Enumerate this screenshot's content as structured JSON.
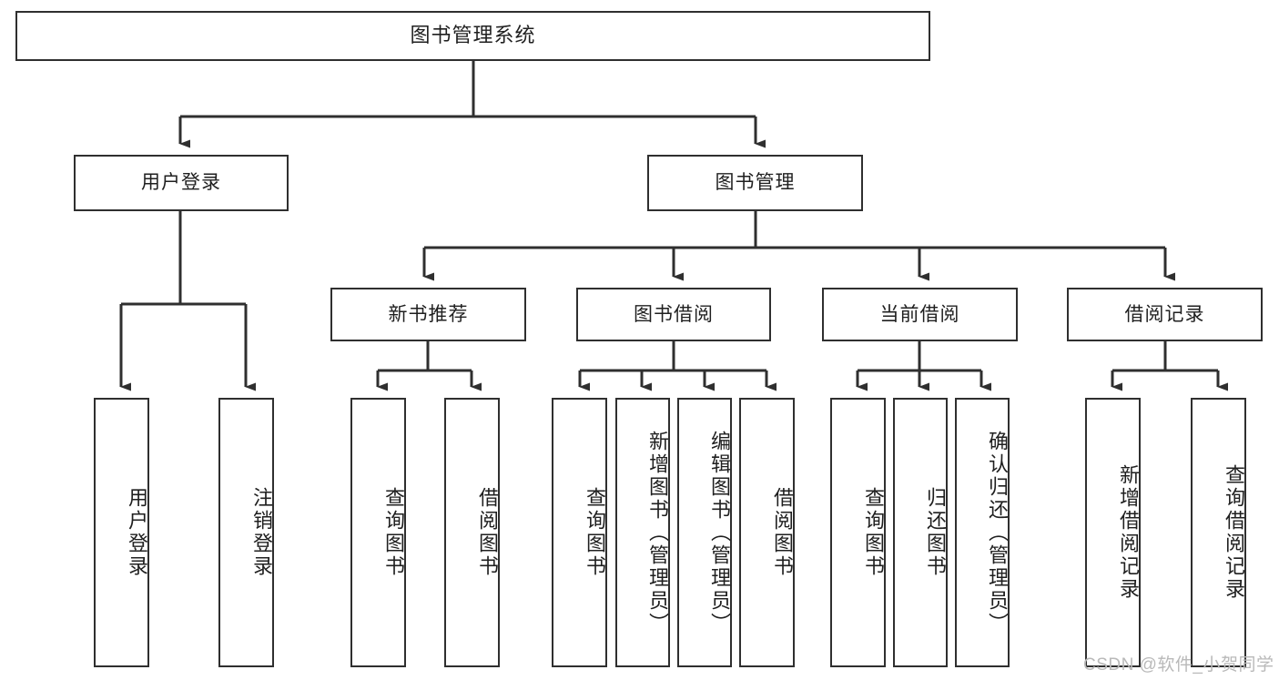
{
  "diagram": {
    "title": "图书管理系统",
    "type": "tree-hierarchy-diagram",
    "root": {
      "label": "图书管理系统"
    },
    "level2": [
      {
        "label": "用户登录"
      },
      {
        "label": "图书管理"
      }
    ],
    "level3": [
      {
        "label": "新书推荐"
      },
      {
        "label": "图书借阅"
      },
      {
        "label": "当前借阅"
      },
      {
        "label": "借阅记录"
      }
    ],
    "leaves": {
      "user_login": [
        {
          "label": "用户登录"
        },
        {
          "label": "注销登录"
        }
      ],
      "new_book_recommend": [
        {
          "label": "查询图书"
        },
        {
          "label": "借阅图书"
        }
      ],
      "book_borrow": [
        {
          "label": "查询图书"
        },
        {
          "label": "新增图书（管理员）"
        },
        {
          "label": "编辑图书（管理员）"
        },
        {
          "label": "借阅图书"
        }
      ],
      "current_borrow": [
        {
          "label": "查询图书"
        },
        {
          "label": "归还图书"
        },
        {
          "label": "确认归还（管理员）"
        }
      ],
      "borrow_record": [
        {
          "label": "新增借阅记录"
        },
        {
          "label": "查询借阅记录"
        }
      ]
    }
  },
  "watermark": {
    "text": "CSDN @软件_小贺同学"
  },
  "colors": {
    "box_border": "#2f2f2f",
    "box_fill": "#ffffff",
    "connector": "#2f2f2f",
    "text": "#1f1f1f",
    "watermark": "#b9b9b9",
    "background": "#ffffff"
  }
}
